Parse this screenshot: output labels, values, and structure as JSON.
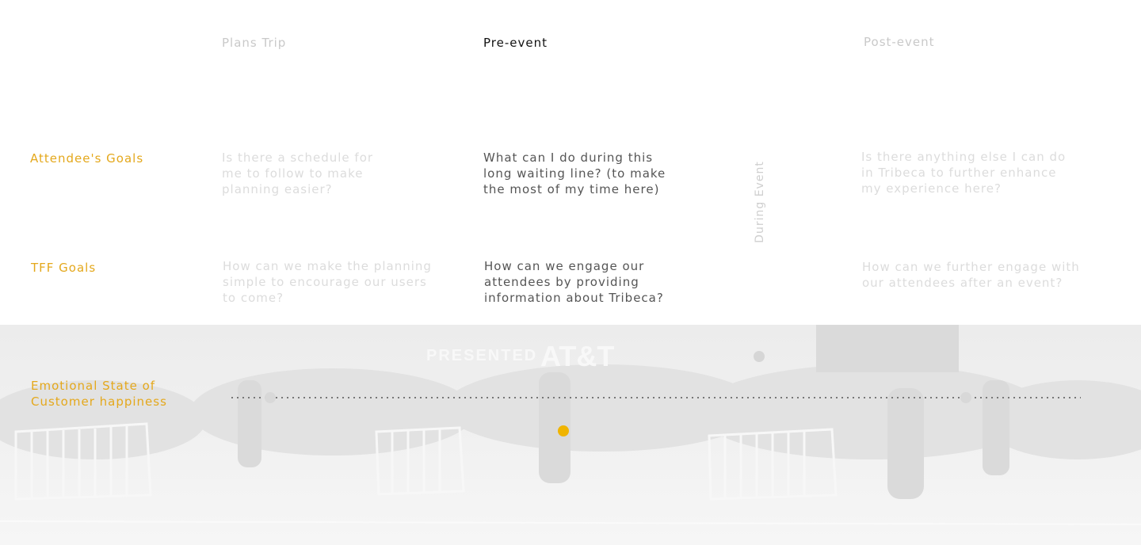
{
  "stages": {
    "plans_trip": "Plans Trip",
    "pre_event": "Pre-event",
    "during_event": "During Event",
    "post_event": "Post-event"
  },
  "rows": {
    "attendee_goals": {
      "label": "Attendee's Goals",
      "plans_trip": [
        "Is there a schedule for",
        "me to follow to make",
        "planning easier?"
      ],
      "pre_event": [
        "What can I do during this",
        "long waiting line? (to make",
        "the most of my time here)"
      ],
      "post_event": [
        "Is there anything else I can do",
        "in Tribeca to further enhance",
        "my experience here?"
      ]
    },
    "tff_goals": {
      "label": "TFF Goals",
      "plans_trip": [
        "How can we make the planning",
        "simple to encourage our users",
        "to come?"
      ],
      "pre_event": [
        "How can we engage our",
        "attendees by providing",
        "information about Tribeca?"
      ],
      "post_event": [
        "How can we further engage with",
        "our attendees after an event?"
      ]
    },
    "emotional_state": {
      "label_line1": "Emotional State of",
      "label_line2": "Customer happiness"
    }
  },
  "background_text": {
    "banner": "PRESENTED",
    "sponsor": "AT&T"
  },
  "colors": {
    "accent": "#e4a81c",
    "active_point": "#f0b400",
    "inactive_point": "#cfcfcf"
  }
}
